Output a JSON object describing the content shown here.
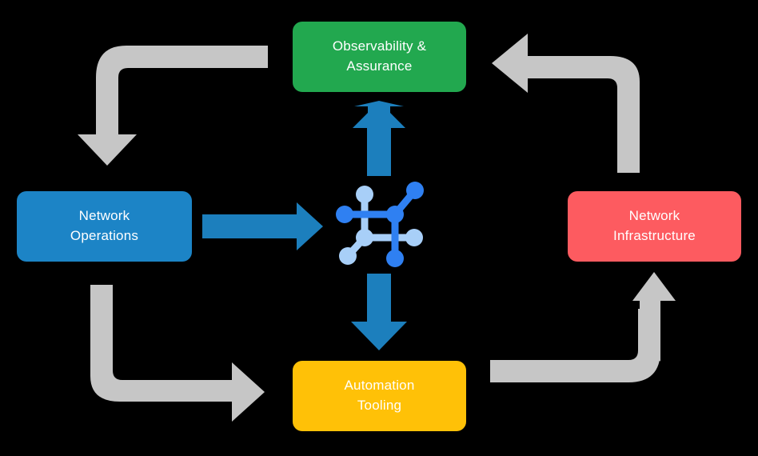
{
  "diagram": {
    "type": "cycle-flow",
    "background_color": "#000000",
    "center_icon": {
      "name": "network-topology-icon",
      "node_colors": [
        "#2F80F2",
        "#A8CFF8"
      ]
    },
    "nodes": [
      {
        "id": "observability",
        "label": "Observability &\nAssurance",
        "color": "#22A84F",
        "position": "top"
      },
      {
        "id": "network-operations",
        "label": "Network\nOperations",
        "color": "#1C84C6",
        "position": "left"
      },
      {
        "id": "network-infrastructure",
        "label": "Network\nInfrastructure",
        "color": "#FD5B60",
        "position": "right"
      },
      {
        "id": "automation-tooling",
        "label": "Automation\nTooling",
        "color": "#FFC107",
        "position": "bottom"
      }
    ],
    "connectors": [
      {
        "id": "ops-to-center",
        "from": "network-operations",
        "to": "center",
        "color": "#1C84C6",
        "style": "straight-arrow",
        "direction": "right"
      },
      {
        "id": "center-to-observability",
        "from": "center",
        "to": "observability",
        "color": "#1C84C6",
        "style": "straight-arrow",
        "direction": "up"
      },
      {
        "id": "center-to-automation",
        "from": "center",
        "to": "automation-tooling",
        "color": "#1C84C6",
        "style": "straight-arrow",
        "direction": "down"
      },
      {
        "id": "observability-to-ops",
        "from": "observability",
        "to": "network-operations",
        "color": "#C6C6C6",
        "style": "elbow-arrow",
        "direction": "down-left"
      },
      {
        "id": "ops-to-automation",
        "from": "network-operations",
        "to": "automation-tooling",
        "color": "#C6C6C6",
        "style": "elbow-arrow",
        "direction": "down-right"
      },
      {
        "id": "infrastructure-to-observability",
        "from": "network-infrastructure",
        "to": "observability",
        "color": "#C6C6C6",
        "style": "elbow-arrow",
        "direction": "up-left"
      },
      {
        "id": "automation-to-infrastructure",
        "from": "automation-tooling",
        "to": "network-infrastructure",
        "color": "#C6C6C6",
        "style": "elbow-arrow",
        "direction": "right-up"
      }
    ]
  }
}
